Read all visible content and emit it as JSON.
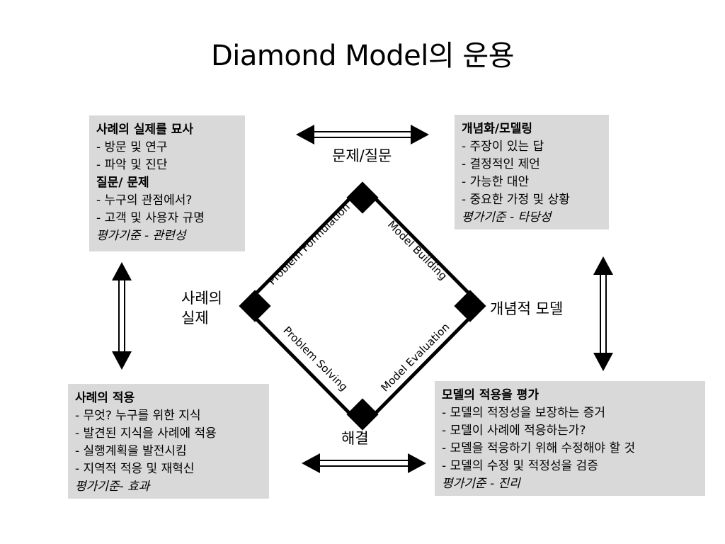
{
  "title": "Diamond Model의 운용",
  "box_top_left": {
    "lines": [
      {
        "text": "사례의 실제를 묘사",
        "style": "bold"
      },
      {
        "text": "- 방문 및 연구",
        "style": "normal"
      },
      {
        "text": "- 파악 및 진단",
        "style": "normal"
      },
      {
        "text": "질문/ 문제",
        "style": "bold"
      },
      {
        "text": "- 누구의 관점에서?",
        "style": "normal"
      },
      {
        "text": "- 고객 및 사용자 규명",
        "style": "normal"
      },
      {
        "text": "평가기준 - 관련성",
        "style": "italic"
      }
    ]
  },
  "box_top_right": {
    "lines": [
      {
        "text": "개념화/모델링",
        "style": "bold"
      },
      {
        "text": "- 주장이 있는 답",
        "style": "normal"
      },
      {
        "text": "- 결정적인 제언",
        "style": "normal"
      },
      {
        "text": "- 가능한 대안",
        "style": "normal"
      },
      {
        "text": "- 중요한 가정 및 상황",
        "style": "normal"
      },
      {
        "text": "평가기준 - 타당성",
        "style": "italic"
      }
    ]
  },
  "box_bottom_left": {
    "lines": [
      {
        "text": "사례의 적용",
        "style": "bold"
      },
      {
        "text": "- 무엇? 누구를 위한 지식",
        "style": "normal"
      },
      {
        "text": "- 발견된 지식을 사례에 적용",
        "style": "normal"
      },
      {
        "text": "- 실행계획을 발전시킴",
        "style": "normal"
      },
      {
        "text": "- 지역적 적응 및 재혁신",
        "style": "normal"
      },
      {
        "text": "평가기준- 효과",
        "style": "italic"
      }
    ]
  },
  "box_bottom_right": {
    "lines": [
      {
        "text": "모델의 적용을 평가",
        "style": "bold"
      },
      {
        "text": "- 모델의 적정성을 보장하는 증거",
        "style": "normal"
      },
      {
        "text": "- 모델이 사례에 적응하는가?",
        "style": "normal"
      },
      {
        "text": "- 모델을 적응하기 위해 수정해야 할 것",
        "style": "normal"
      },
      {
        "text": "- 모델의 수정 및 적정성을 검증",
        "style": "normal"
      },
      {
        "text": "평가기준 - 진리",
        "style": "italic"
      }
    ]
  },
  "labels": {
    "top": "문제/질문",
    "left_line1": "사례의",
    "left_line2": "실제",
    "right": "개념적 모델",
    "bottom": "해결"
  },
  "diamond_edges": {
    "upper_left": "Problem Formulation",
    "upper_right": "Model Building",
    "lower_left": "Problem Solving",
    "lower_right": "Model Evaluation"
  }
}
